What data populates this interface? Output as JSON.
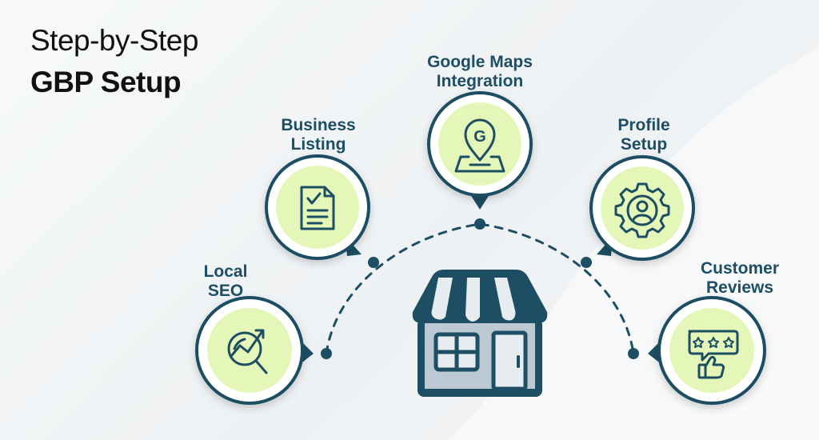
{
  "title": {
    "line1": "Step-by-Step",
    "line2": "GBP Setup"
  },
  "colors": {
    "navy": "#1d4e63",
    "lime": "#e5f7b8",
    "awning": "#e6ecef",
    "shop_body": "#bcc9d2"
  },
  "steps": [
    {
      "id": "local-seo",
      "line1": "Local",
      "line2": "SEO",
      "icon": "seo-chart-magnifier-icon"
    },
    {
      "id": "business-listing",
      "line1": "Business",
      "line2": "Listing",
      "icon": "checklist-document-icon"
    },
    {
      "id": "google-maps",
      "line1": "Google Maps",
      "line2": "Integration",
      "icon": "map-pin-icon",
      "glyph": "G"
    },
    {
      "id": "profile-setup",
      "line1": "Profile",
      "line2": "Setup",
      "icon": "gear-user-icon"
    },
    {
      "id": "customer-reviews",
      "line1": "Customer",
      "line2": "Reviews",
      "icon": "star-review-thumbs-up-icon"
    }
  ],
  "center": {
    "icon": "storefront-icon"
  }
}
